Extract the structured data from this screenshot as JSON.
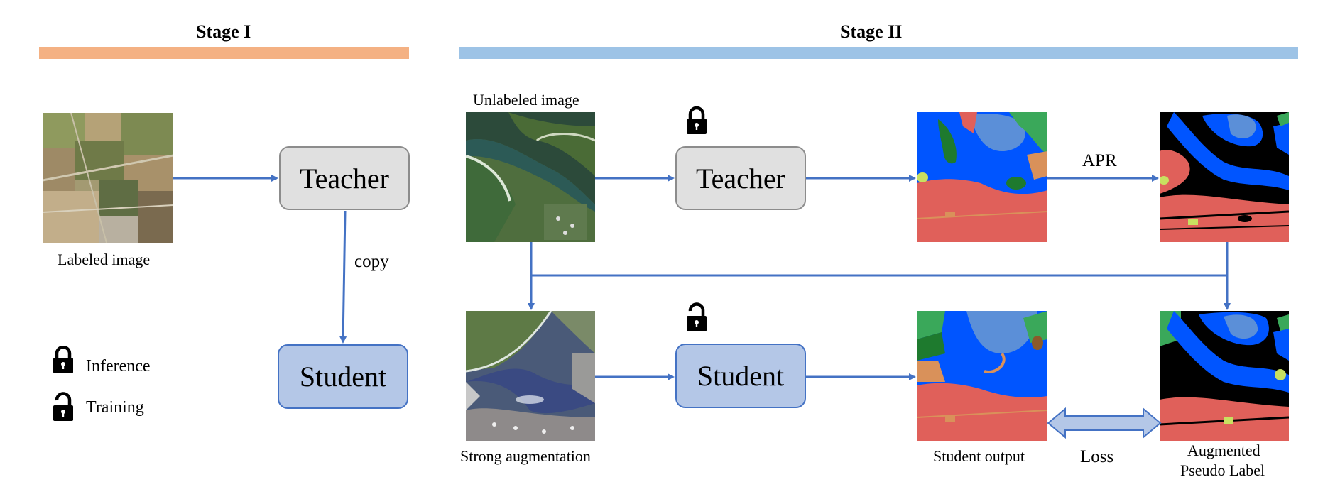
{
  "stage1": {
    "title": "Stage I",
    "bar_color": "#f4b183"
  },
  "stage2": {
    "title": "Stage II",
    "bar_color": "#9dc3e6"
  },
  "boxes": {
    "teacher_s1": "Teacher",
    "student_s1": "Student",
    "teacher_s2": "Teacher",
    "student_s2": "Student"
  },
  "labels": {
    "labeled_image": "Labeled image",
    "copy": "copy",
    "unlabeled_image": "Unlabeled image",
    "apr": "APR",
    "strong_augmentation": "Strong augmentation",
    "student_output": "Student output",
    "loss": "Loss",
    "augmented_line1": "Augmented",
    "augmented_line2": "Pseudo Label"
  },
  "legend": {
    "inference": "Inference",
    "training": "Training"
  },
  "colors": {
    "arrow": "#4472c4",
    "seg_blue": "#0055ff",
    "seg_lightblue": "#5b8fd8",
    "seg_red": "#e0605a",
    "seg_green": "#3aa85a",
    "seg_darkgreen": "#1e7a2e",
    "seg_orange": "#d9915a",
    "seg_yellow": "#c8e060",
    "seg_black": "#000000"
  },
  "icons": {
    "lock_closed": "lock-icon",
    "lock_open": "unlock-icon"
  }
}
